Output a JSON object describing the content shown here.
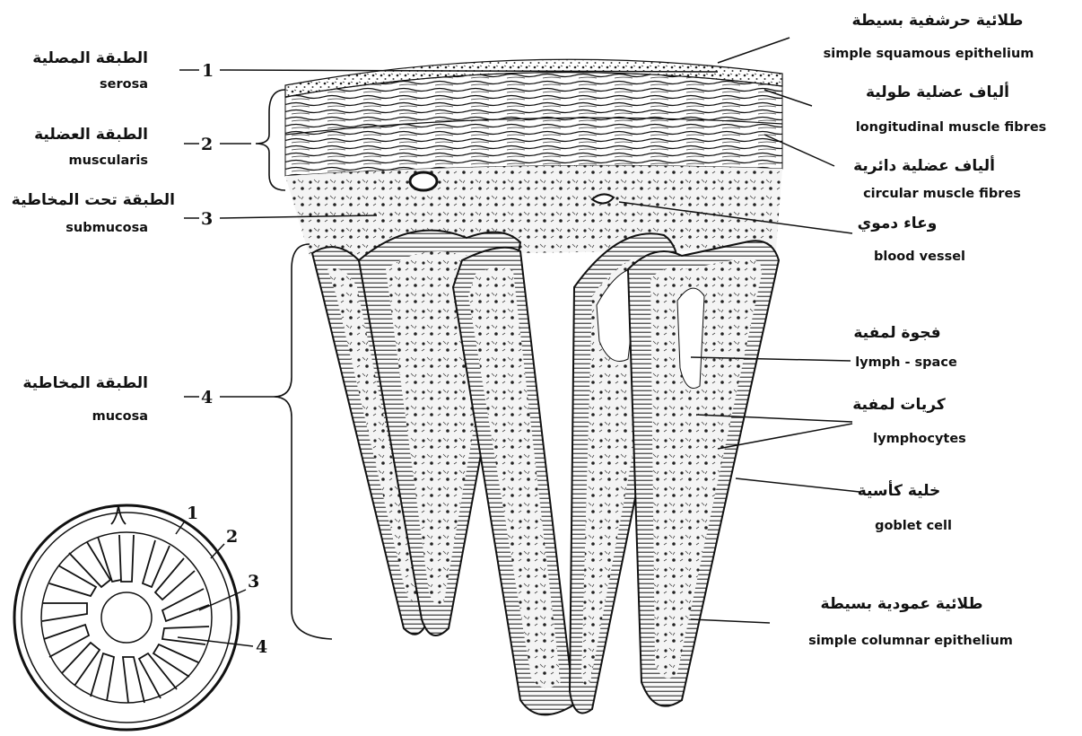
{
  "left_labels": [
    {
      "num": "1",
      "ar": "الطبقة المصلية",
      "en": "serosa"
    },
    {
      "num": "2",
      "ar": "الطبقة العضلية",
      "en": "muscularis"
    },
    {
      "num": "3",
      "ar": "الطبقة تحت المخاطية",
      "en": "submucosa"
    },
    {
      "num": "4",
      "ar": "الطبقة المخاطية",
      "en": "mucosa"
    }
  ],
  "right_labels": [
    {
      "ar": "طلائية حرشفية بسيطة",
      "en": "simple squamous epithelium"
    },
    {
      "ar": "ألياف عضلية طولية",
      "en": "longitudinal muscle fibres"
    },
    {
      "ar": "ألياف عضلية دائرية",
      "en": "circular muscle fibres"
    },
    {
      "ar": "وعاء دموي",
      "en": "blood vessel"
    },
    {
      "ar": "فجوة لمفية",
      "en": "lymph - space"
    },
    {
      "ar": "كريات لمفية",
      "en": "lymphocytes"
    },
    {
      "ar": "خلية كأسية",
      "en": "goblet cell"
    },
    {
      "ar": "طلائية عمودية بسيطة",
      "en": "simple columnar epithelium"
    }
  ],
  "cross_section_labels": [
    "1",
    "2",
    "3",
    "4"
  ]
}
